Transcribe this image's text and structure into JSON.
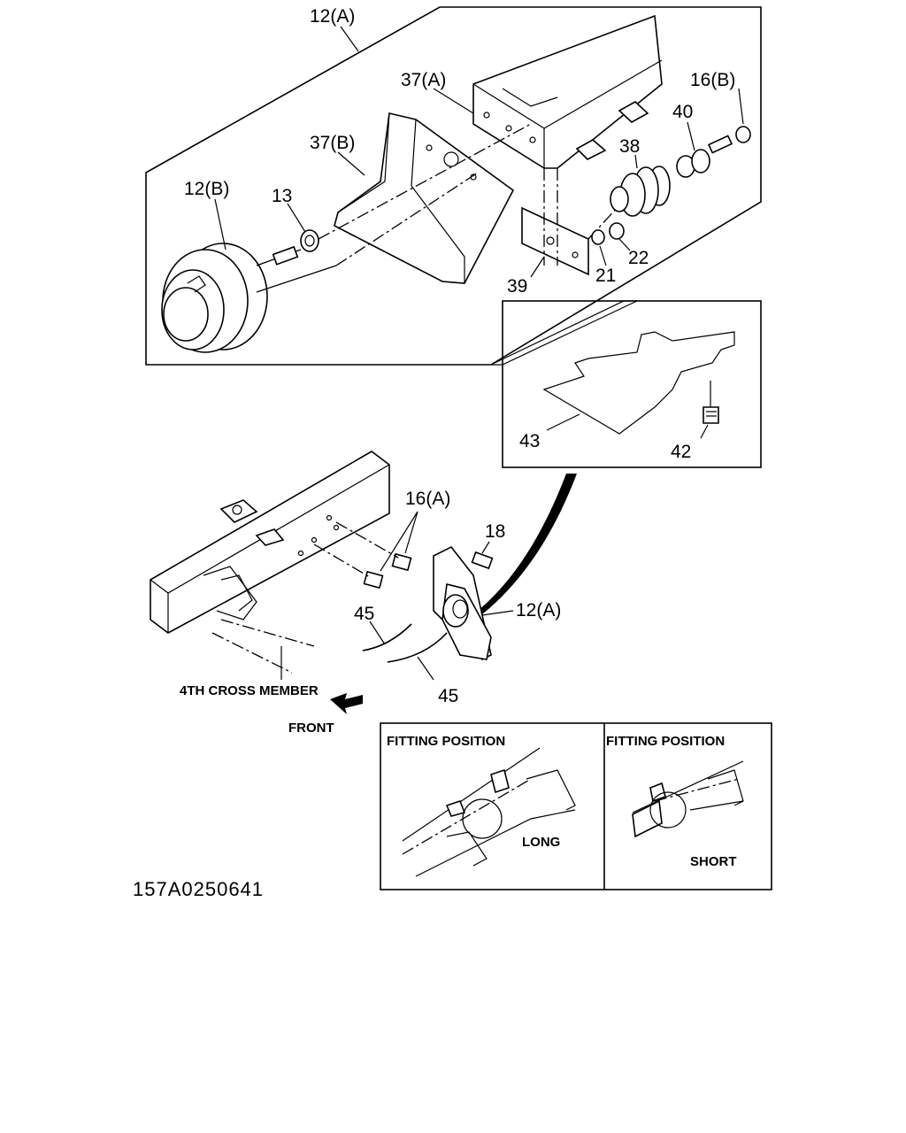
{
  "callouts": {
    "c12a_top": "12(A)",
    "c37a": "37(A)",
    "c16b": "16(B)",
    "c37b": "37(B)",
    "c40": "40",
    "c38": "38",
    "c12b": "12(B)",
    "c13": "13",
    "c22": "22",
    "c21": "21",
    "c39": "39",
    "c43": "43",
    "c42": "42",
    "c16a": "16(A)",
    "c18": "18",
    "c45a": "45",
    "c12a_bottom": "12(A)",
    "c45b": "45"
  },
  "labels": {
    "cross_member": "4TH CROSS MEMBER",
    "front": "FRONT",
    "fitting_long_title": "FITTING POSITION",
    "fitting_long_value": "LONG",
    "fitting_short_title": "FITTING POSITION",
    "fitting_short_value": "SHORT"
  },
  "drawing_code": "157A0250641"
}
